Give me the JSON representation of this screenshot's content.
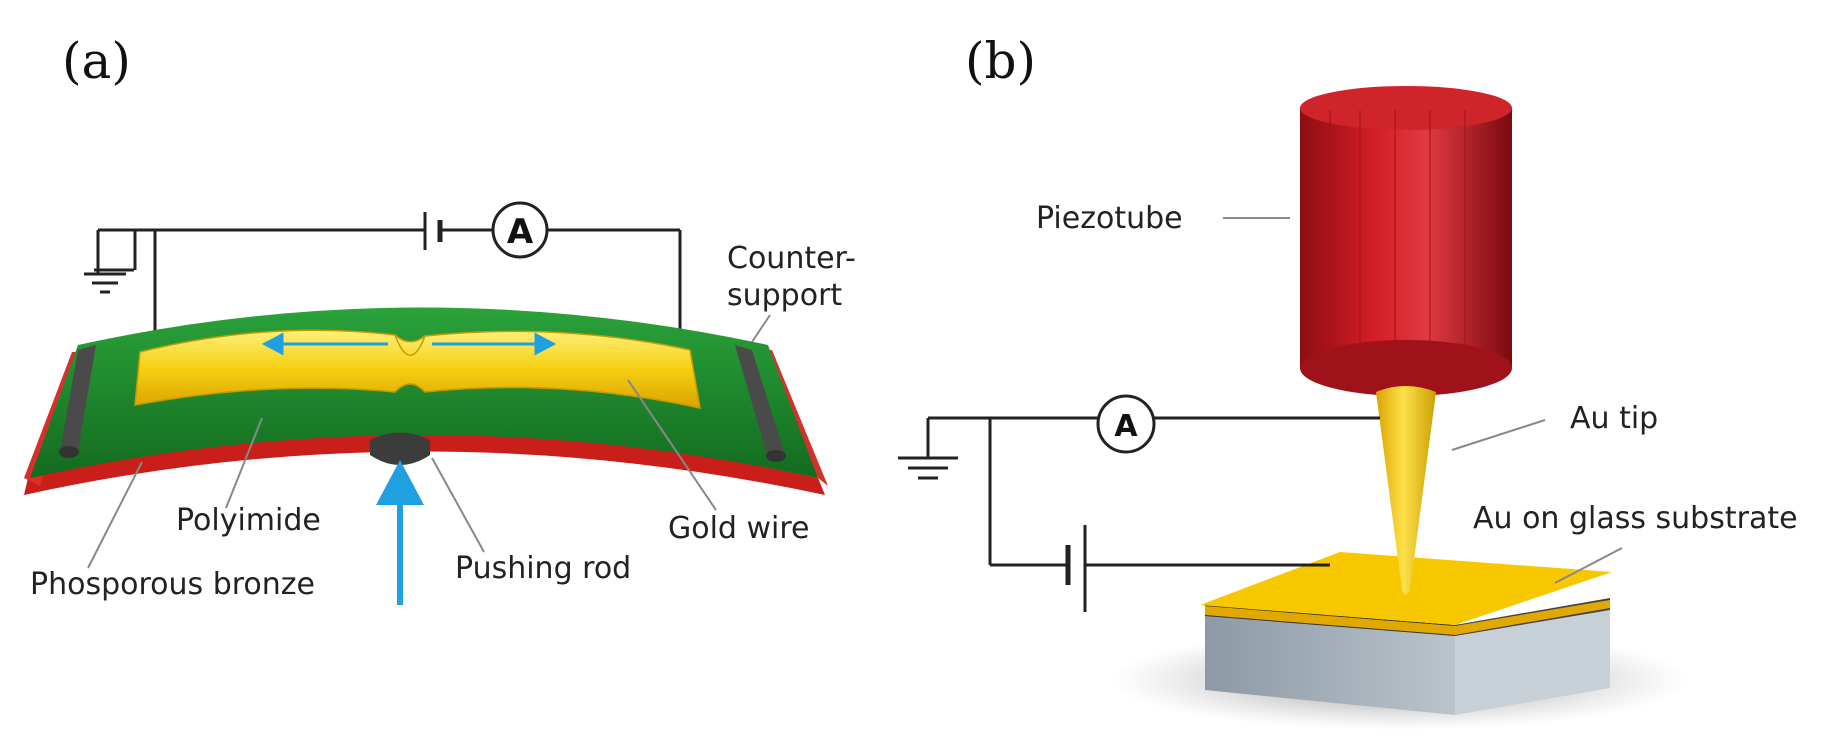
{
  "panel_a": {
    "label": "(a)",
    "ammeter_symbol": "A",
    "labels": {
      "counter_support_line1": "Counter-",
      "counter_support_line2": "support",
      "polyimide": "Polyimide",
      "phosphorous_bronze": "Phosporous bronze",
      "pushing_rod": "Pushing rod",
      "gold_wire": "Gold wire"
    }
  },
  "panel_b": {
    "label": "(b)",
    "ammeter_symbol": "A",
    "labels": {
      "piezotube": "Piezotube",
      "au_tip": "Au tip",
      "au_substrate": "Au on glass substrate"
    }
  },
  "colors": {
    "polyimide_green": "#1e8a2c",
    "bronze_red": "#d42a22",
    "gold": "#f5c400",
    "piezo_red": "#c8161e",
    "arrow_blue": "#1fa0e0",
    "glass_gray": "#9aa6b0"
  }
}
